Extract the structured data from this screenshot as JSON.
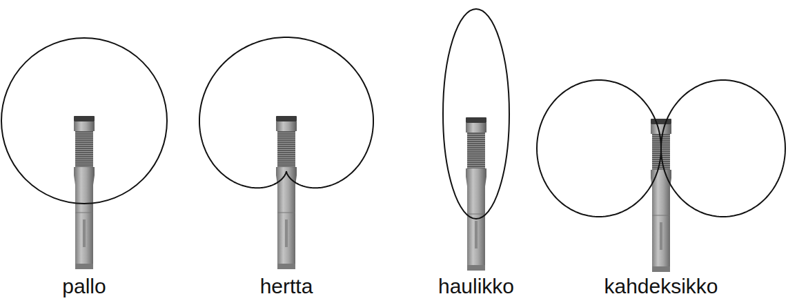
{
  "diagram": {
    "labels": [
      "pallo",
      "hertta",
      "haulikko",
      "kahdeksikko"
    ]
  }
}
